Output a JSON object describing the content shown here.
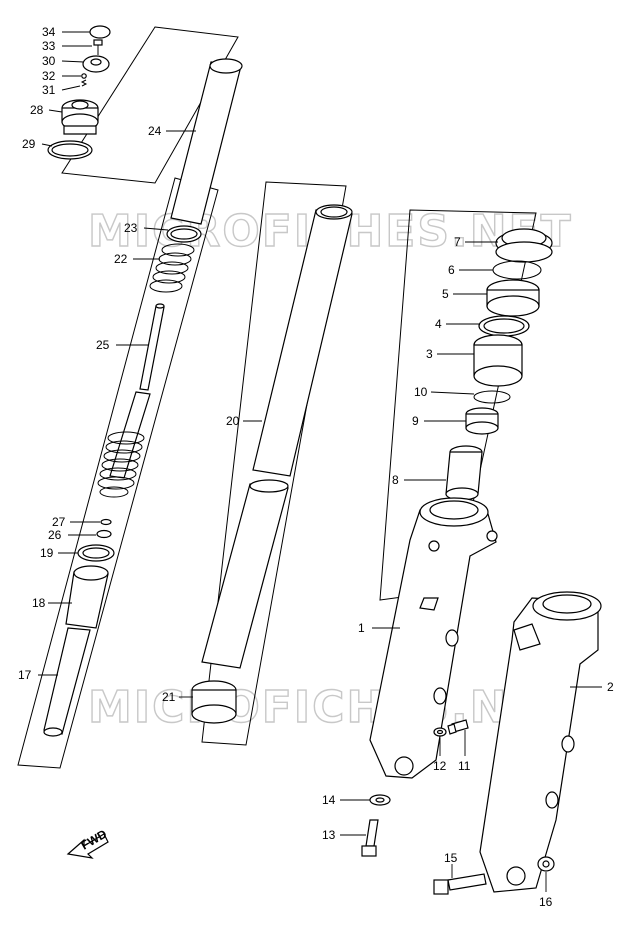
{
  "watermark": "MICROFICHES.NET",
  "fwd_label": "FWD",
  "callouts": [
    {
      "id": "34",
      "name": "callout-34"
    },
    {
      "id": "33",
      "name": "callout-33"
    },
    {
      "id": "30",
      "name": "callout-30"
    },
    {
      "id": "32",
      "name": "callout-32"
    },
    {
      "id": "31",
      "name": "callout-31"
    },
    {
      "id": "28",
      "name": "callout-28"
    },
    {
      "id": "29",
      "name": "callout-29"
    },
    {
      "id": "24",
      "name": "callout-24"
    },
    {
      "id": "23",
      "name": "callout-23"
    },
    {
      "id": "22",
      "name": "callout-22"
    },
    {
      "id": "25",
      "name": "callout-25"
    },
    {
      "id": "27",
      "name": "callout-27"
    },
    {
      "id": "26",
      "name": "callout-26"
    },
    {
      "id": "19",
      "name": "callout-19"
    },
    {
      "id": "18",
      "name": "callout-18"
    },
    {
      "id": "17",
      "name": "callout-17"
    },
    {
      "id": "20",
      "name": "callout-20"
    },
    {
      "id": "21",
      "name": "callout-21"
    },
    {
      "id": "7",
      "name": "callout-7"
    },
    {
      "id": "6",
      "name": "callout-6"
    },
    {
      "id": "5",
      "name": "callout-5"
    },
    {
      "id": "4",
      "name": "callout-4"
    },
    {
      "id": "3",
      "name": "callout-3"
    },
    {
      "id": "10",
      "name": "callout-10"
    },
    {
      "id": "9",
      "name": "callout-9"
    },
    {
      "id": "8",
      "name": "callout-8"
    },
    {
      "id": "1",
      "name": "callout-1"
    },
    {
      "id": "2",
      "name": "callout-2"
    },
    {
      "id": "12",
      "name": "callout-12"
    },
    {
      "id": "11",
      "name": "callout-11"
    },
    {
      "id": "14",
      "name": "callout-14"
    },
    {
      "id": "13",
      "name": "callout-13"
    },
    {
      "id": "15",
      "name": "callout-15"
    },
    {
      "id": "16",
      "name": "callout-16"
    }
  ]
}
